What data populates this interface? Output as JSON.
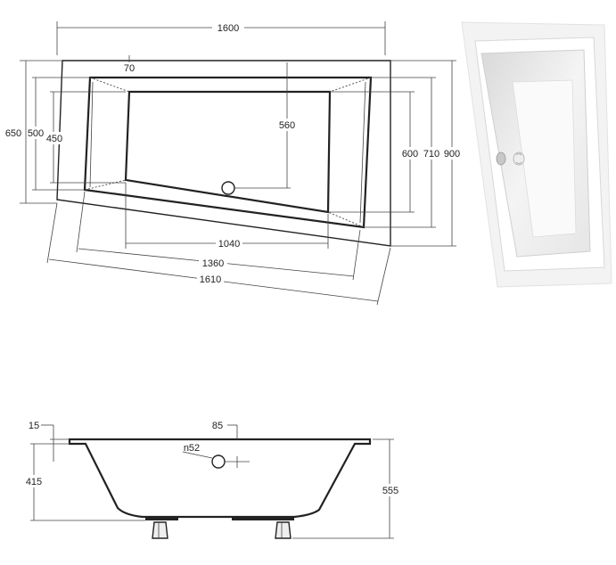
{
  "plan_dimensions": {
    "width_total": "1600",
    "rim_offset": "70",
    "height_outer": "650",
    "height_inner_a": "500",
    "height_inner_b": "450",
    "depth_center": "560",
    "right_inner": "600",
    "right_middle": "710",
    "right_outer": "900",
    "bottom_inner": "1040",
    "bottom_middle": "1360",
    "bottom_outer": "1610"
  },
  "side_dimensions": {
    "rim_thickness": "15",
    "rim_top": "85",
    "drain_label": "n52",
    "inner_depth": "415",
    "total_height": "555"
  },
  "photo": {
    "label": "bathtub-photo"
  }
}
